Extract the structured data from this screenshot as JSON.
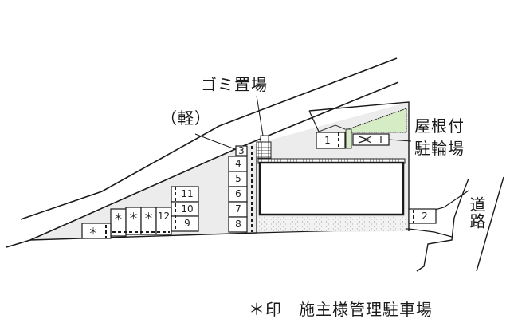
{
  "labels": {
    "garbage": "ゴミ置場",
    "kei": "（軽）",
    "bike_line1": "屋根付",
    "bike_line2": "駐輪場",
    "road": "道路",
    "legend": "＊印　施主様管理駐車場"
  },
  "parking": {
    "spaces": [
      {
        "id": "1",
        "label": "1"
      },
      {
        "id": "2",
        "label": "2"
      },
      {
        "id": "3",
        "label": "3"
      },
      {
        "id": "4",
        "label": "4"
      },
      {
        "id": "5",
        "label": "5"
      },
      {
        "id": "6",
        "label": "6"
      },
      {
        "id": "7",
        "label": "7"
      },
      {
        "id": "8",
        "label": "8"
      },
      {
        "id": "9",
        "label": "9"
      },
      {
        "id": "10",
        "label": "10"
      },
      {
        "id": "11",
        "label": "11"
      },
      {
        "id": "12",
        "label": "12"
      },
      {
        "id": "owner-a",
        "label": "＊"
      },
      {
        "id": "owner-b",
        "label": "＊"
      },
      {
        "id": "owner-c",
        "label": "＊"
      },
      {
        "id": "owner-d",
        "label": "＊"
      }
    ]
  },
  "colors": {
    "site_fill": "#ececec",
    "green_area": "#d6ecc4",
    "line": "#1a1a1a",
    "gravel": "#f0f0f0"
  }
}
